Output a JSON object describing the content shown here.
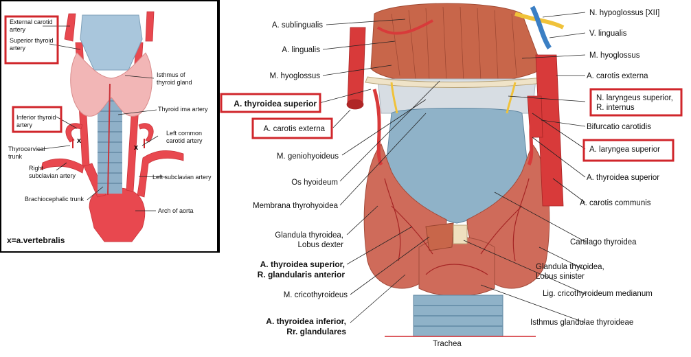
{
  "left": {
    "labels": {
      "external_carotid": [
        "External carotid",
        "artery"
      ],
      "superior_thyroid": [
        "Superior thyroid",
        "artery"
      ],
      "isthmus": [
        "Isthmus of",
        "thyroid gland"
      ],
      "thyroid_ima": "Thyroid ima artery",
      "inferior_thyroid": [
        "Inferior thyroid",
        "artery"
      ],
      "left_common_carotid": [
        "Left common",
        "carotid artery"
      ],
      "thyrocervical": [
        "Thyrocervical",
        "trunk"
      ],
      "right_subclavian": [
        "Right",
        "subclavian artery"
      ],
      "left_subclavian": "Left subclavian artery",
      "brachiocephalic": "Brachiocephalic trunk",
      "arch_of_aorta": "Arch of aorta",
      "x_mark": "x",
      "legend": "x=a.vertebralis"
    },
    "colors": {
      "artery": "#e8484f",
      "gland": "#f2b6b6",
      "cartilage": "#9fbfd6",
      "highlight": "#d0262b"
    }
  },
  "right": {
    "labels": {
      "a_sublingualis": "A. sublingualis",
      "a_lingualis": "A. lingualis",
      "m_hyoglossus_l": "M. hyoglossus",
      "a_thyroidea_superior_box": "A. thyroidea superior",
      "a_carotis_externa_box": "A. carotis externa",
      "m_geniohyoideus": "M. geniohyoideus",
      "os_hyoideum": "Os hyoideum",
      "membrana": "Membrana thyrohyoidea",
      "glandula_dexter": [
        "Glandula thyroidea,",
        "Lobus dexter"
      ],
      "rr_glandularis_anterior": [
        "A. thyroidea superior,",
        "R. glandularis anterior"
      ],
      "m_cricothyroideus": "M. cricothyroideus",
      "rr_glandulares": [
        "A. thyroidea inferior,",
        "Rr. glandulares"
      ],
      "trachea": "Trachea",
      "n_hypoglossus": "N. hypoglossus [XII]",
      "v_lingualis": "V. lingualis",
      "m_hyoglossus_r": "M. hyoglossus",
      "a_carotis_externa_r": "A. carotis externa",
      "n_laryngeus": [
        "N. laryngeus superior,",
        "R. internus"
      ],
      "bifurcatio": "Bifurcatio carotidis",
      "a_laryngea_superior": "A. laryngea superior",
      "a_thyroidea_superior_r": "A. thyroidea superior",
      "a_carotis_communis": "A. carotis communis",
      "cartilago": "Cartilago thyroidea",
      "glandula_sinister": [
        "Glandula thyroidea,",
        "Lobus sinister"
      ],
      "lig_crico": "Lig. cricothyroideum medianum",
      "isthmus_gland": "Isthmus glandulae thyroideae"
    },
    "colors": {
      "artery": "#d83a3a",
      "muscle": "#c8664a",
      "gland": "#cf6b5a",
      "cartilage": "#8fb2c8",
      "vein": "#3b7fc4",
      "nerve": "#f0c23a",
      "highlight": "#d0262b"
    }
  }
}
